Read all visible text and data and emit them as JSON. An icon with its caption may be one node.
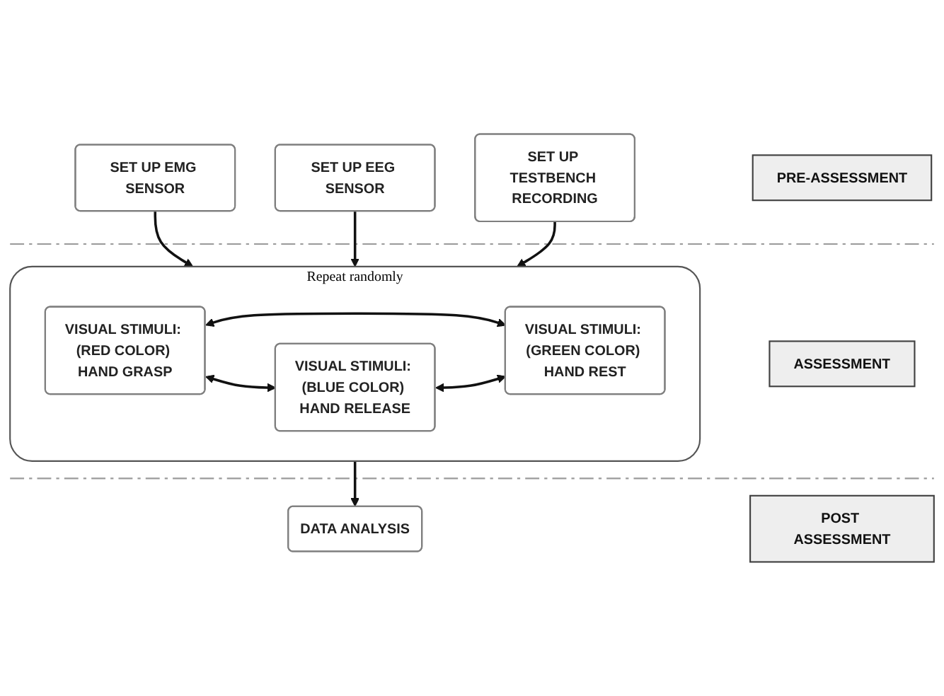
{
  "diagram": {
    "nodes": [
      {
        "text": [
          "SET UP EMG SENSOR"
        ]
      },
      {
        "text": [
          "SET UP EEG SENSOR"
        ]
      },
      {
        "text": [
          "SET UP TESTBENCH RECORDING"
        ]
      },
      {
        "text": [
          "PRE-ASSESSMENT"
        ]
      },
      {
        "text": [
          "Repeat randomly"
        ]
      },
      {
        "text": [
          "VISUAL STIMULI: (RED COLOR) HAND GRASP"
        ],
        "in": 4
      },
      {
        "text": [
          "VISUAL STIMULI: (BLUE COLOR) HAND RELEASE"
        ],
        "in": 4
      },
      {
        "text": [
          "VISUAL STIMULI: (GREEN COLOR) HAND REST"
        ],
        "in": 4
      },
      {
        "text": [
          "ASSESSMENT"
        ]
      },
      {
        "text": [
          "DATA ANALYSIS"
        ]
      },
      {
        "text": [
          "POST ASSESSMENT"
        ]
      }
    ],
    "edges": [
      {
        "from": 0,
        "to": 4,
        "arrow": "to"
      },
      {
        "from": 1,
        "to": 4,
        "arrow": "to"
      },
      {
        "from": 2,
        "to": 4,
        "arrow": "to"
      },
      {
        "from": 5,
        "to": 6,
        "arrow": "both"
      },
      {
        "from": 5,
        "to": 7,
        "arrow": "both"
      },
      {
        "from": 6,
        "to": 7,
        "arrow": "both"
      },
      {
        "from": 4,
        "to": 9,
        "arrow": "to"
      }
    ]
  }
}
